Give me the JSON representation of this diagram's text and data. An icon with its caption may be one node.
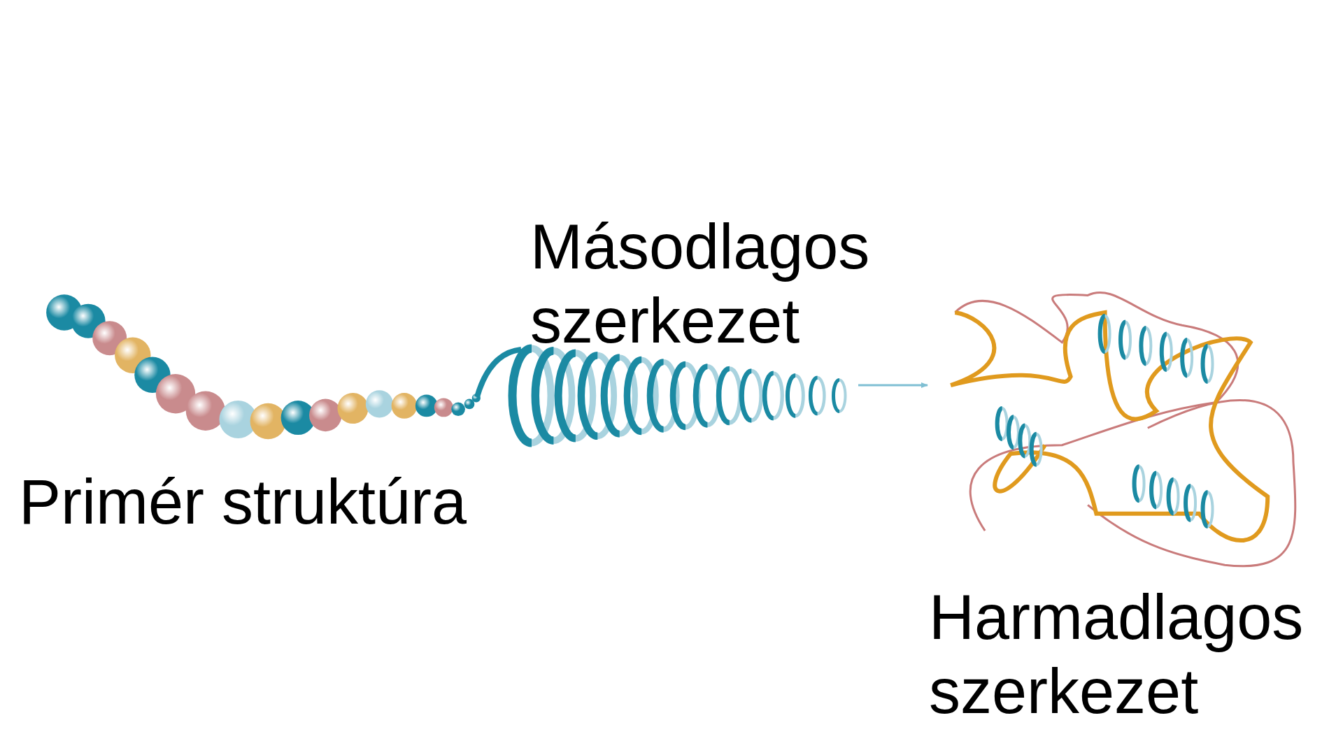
{
  "diagram": {
    "nodes": [
      {
        "text": [
          "Primér struktúra"
        ]
      },
      {
        "text": [
          "Másodlagos szerkezet"
        ]
      },
      {
        "text": [
          "Harmadlagos szerkezet"
        ]
      }
    ],
    "edges": [
      {
        "from": 1,
        "to": 2,
        "arrow": "to"
      }
    ]
  }
}
